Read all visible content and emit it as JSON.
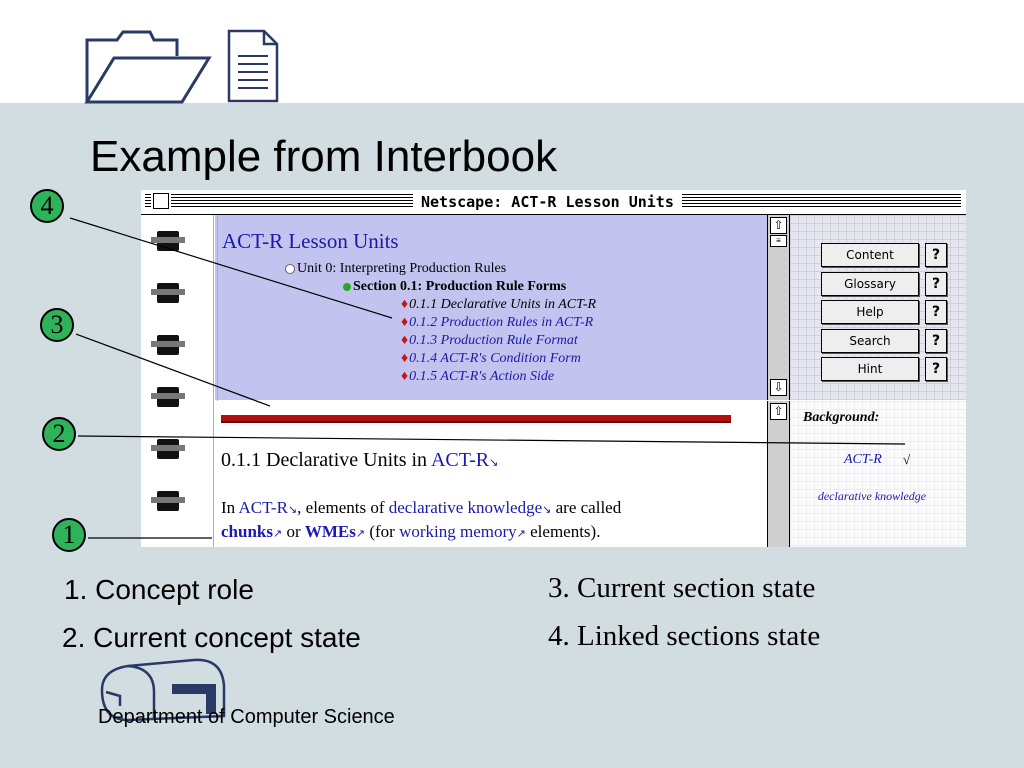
{
  "slide": {
    "title": "Example from Interbook",
    "footer": "Department of Computer Science"
  },
  "window": {
    "title": "Netscape: ACT-R Lesson Units"
  },
  "toc": {
    "title": "ACT-R Lesson Units",
    "unit": "Unit 0: Interpreting Production Rules",
    "section": "Section 0.1: Production Rule Forms",
    "items": [
      "0.1.1 Declarative Units in ACT-R",
      "0.1.2 Production Rules in ACT-R",
      "0.1.3 Production Rule Format",
      "0.1.4 ACT-R's Condition Form",
      "0.1.5 ACT-R's Action Side"
    ]
  },
  "buttons": {
    "content": "Content",
    "glossary": "Glossary",
    "help": "Help",
    "search": "Search",
    "hint": "Hint",
    "question": "?"
  },
  "content": {
    "heading_prefix": "0.1.1 Declarative Units in ",
    "heading_link": "ACT-R",
    "p1_a": "In ",
    "p1_link1": "ACT-R",
    "p1_b": ", elements of ",
    "p1_link2": "declarative knowledge",
    "p1_c": " are called",
    "p2_link1": "chunks",
    "p2_a": " or ",
    "p2_link2": "WMEs",
    "p2_b": " (for ",
    "p2_link3": "working memory",
    "p2_c": " elements)."
  },
  "sidebar": {
    "header": "Background:",
    "concept1": "ACT-R",
    "concept1_mark": "√",
    "concept2": "declarative knowledge"
  },
  "callouts": [
    "1",
    "2",
    "3",
    "4"
  ],
  "legend": {
    "item1": "1. Concept role",
    "item2": "2. Current concept state",
    "item3": "3. Current section state",
    "item4": "4. Linked sections state"
  },
  "icons": {
    "folder": "folder-icon",
    "document": "document-icon",
    "mailbox": "mailbox-icon",
    "close_box": "close-box-icon",
    "scroll_up": "scroll-up-arrow-icon",
    "scroll_down": "scroll-down-arrow-icon",
    "link_down_arrow": "link-down-arrow-icon",
    "link_up_arrow": "link-up-arrow-icon"
  },
  "colors": {
    "slide_background": "#d2dde1",
    "toc_background": "#c3c3f0",
    "link": "#1a1ab0",
    "callout_fill": "#2fb35a",
    "red_rule": "#b00f0f"
  }
}
